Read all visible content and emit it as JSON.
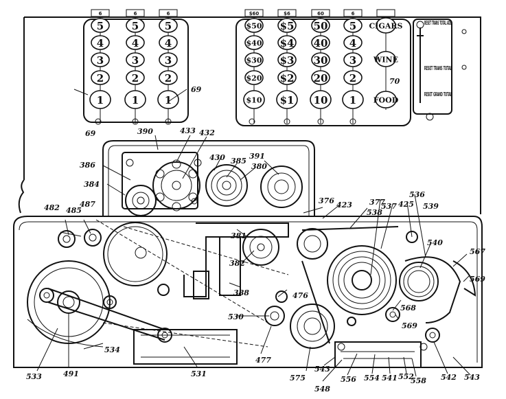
{
  "keyboard": {
    "left_columns": [
      {
        "flag": "6",
        "keys": [
          "5",
          "4",
          "3",
          "2",
          "1"
        ]
      },
      {
        "flag": "6",
        "keys": [
          "5",
          "4",
          "3",
          "2",
          "1"
        ]
      },
      {
        "flag": "6",
        "keys": [
          "5",
          "4",
          "3",
          "2",
          "1"
        ]
      }
    ],
    "right_columns": [
      {
        "flag": "$60",
        "keys": [
          "$50",
          "$40",
          "$30",
          "$20",
          "$10"
        ]
      },
      {
        "flag": "$6",
        "keys": [
          "$5",
          "$4",
          "$3",
          "$2",
          "$1"
        ]
      },
      {
        "flag": "60",
        "keys": [
          "50",
          "40",
          "30",
          "20",
          "10"
        ]
      },
      {
        "flag": "6",
        "keys": [
          "5",
          "4",
          "3",
          "2",
          "1"
        ]
      }
    ],
    "special_keys": [
      "CIGARS",
      "WINE",
      "FOOD"
    ]
  },
  "side_panel": {
    "labels": [
      "RESET TRANS TOTAL ADD",
      "RESET TRANS TOTAL",
      "RESET GRAND TOTAL"
    ]
  },
  "reference_numerals": [
    "69",
    "69",
    "70",
    "390",
    "433",
    "432",
    "430",
    "385",
    "391",
    "380",
    "386",
    "384",
    "482",
    "485",
    "487",
    "376",
    "423",
    "538",
    "377",
    "537",
    "425",
    "536",
    "539",
    "540",
    "567",
    "569",
    "381",
    "382",
    "388",
    "476",
    "530",
    "477",
    "575",
    "568",
    "569",
    "533",
    "491",
    "534",
    "531",
    "543",
    "556",
    "554",
    "541",
    "552",
    "558",
    "542",
    "543",
    "548"
  ]
}
